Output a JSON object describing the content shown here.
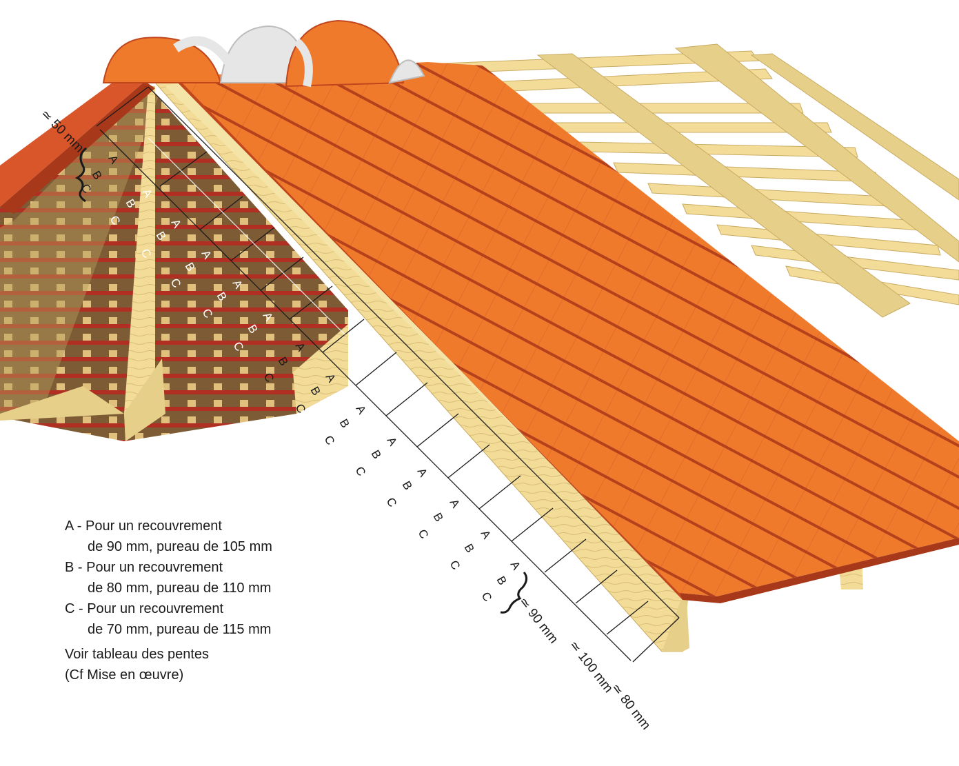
{
  "measurements": {
    "top": "≃ 50 mm",
    "m1": "≃ 90 mm",
    "m2": "≃ 100 mm",
    "m3": "≃ 80 mm"
  },
  "marks": {
    "a": "A",
    "b": "B",
    "c": "C"
  },
  "legend": {
    "a_line1": "A - Pour un recouvrement",
    "a_line2": "de 90 mm, pureau de 105 mm",
    "b_line1": "B - Pour un recouvrement",
    "b_line2": "de 80 mm, pureau de 110 mm",
    "c_line1": "C - Pour un recouvrement",
    "c_line2": "de 70 mm, pureau de 115 mm",
    "note_line1": "Voir tableau des pentes",
    "note_line2": "(Cf Mise en œuvre)"
  },
  "colors": {
    "tile": "#f07a2c",
    "tile_dark": "#c0461e",
    "tile_edge": "#a8381a",
    "wood": "#f2dc98",
    "wood_dark": "#c9ab62",
    "insulation": "#e6e6e6"
  }
}
